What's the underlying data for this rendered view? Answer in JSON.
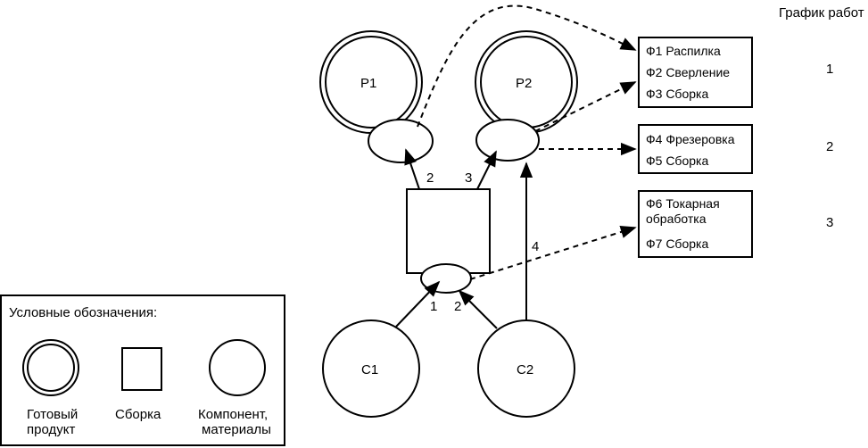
{
  "schedule_title": "График работ",
  "nodes": {
    "p1": "Р1",
    "p2": "Р2",
    "c1": "С1",
    "c2": "С2"
  },
  "edge_labels": {
    "e2": "2",
    "e3": "3",
    "e4": "4",
    "e1_lower": "1",
    "e2_lower": "2"
  },
  "jobs": [
    {
      "number": "1",
      "lines": [
        "Ф1 Распилка",
        "Ф2 Сверление",
        "Ф3 Сборка"
      ]
    },
    {
      "number": "2",
      "lines": [
        "Ф4 Фрезеровка",
        "Ф5 Сборка"
      ]
    },
    {
      "number": "3",
      "lines": [
        "Ф6 Токарная",
        "обработка",
        "Ф7 Сборка"
      ]
    }
  ],
  "legend": {
    "title": "Условные обозначения:",
    "finished_product_1": "Готовый",
    "finished_product_2": "продукт",
    "assembly": "Сборка",
    "component_1": "Компонент,",
    "component_2": "материалы"
  }
}
